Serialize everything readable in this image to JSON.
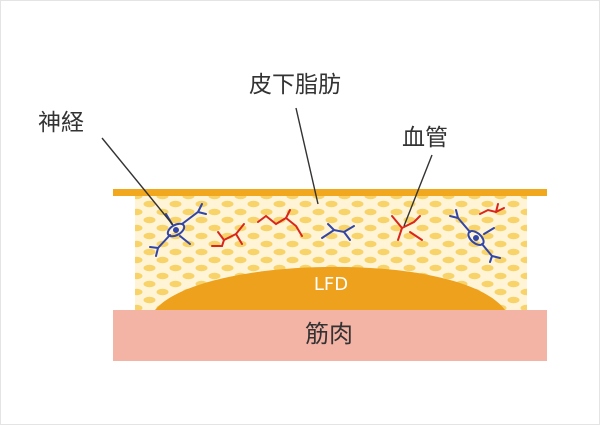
{
  "labels": {
    "nerve": "神経",
    "subcutaneous_fat": "皮下脂肪",
    "blood_vessel": "血管",
    "lfd": "LFD",
    "muscle": "筋肉"
  },
  "colors": {
    "fat_line": "#F2A81E",
    "fat_cell": "#F7D36A",
    "fat_bg": "#FFF4D6",
    "lfd": "#EDA11C",
    "muscle": "#F3B3A5",
    "nerve": "#3146A8",
    "vessel": "#D9261C",
    "leader": "#333333"
  },
  "icons": [
    "nerve-cell-icon",
    "blood-vessel-icon"
  ]
}
